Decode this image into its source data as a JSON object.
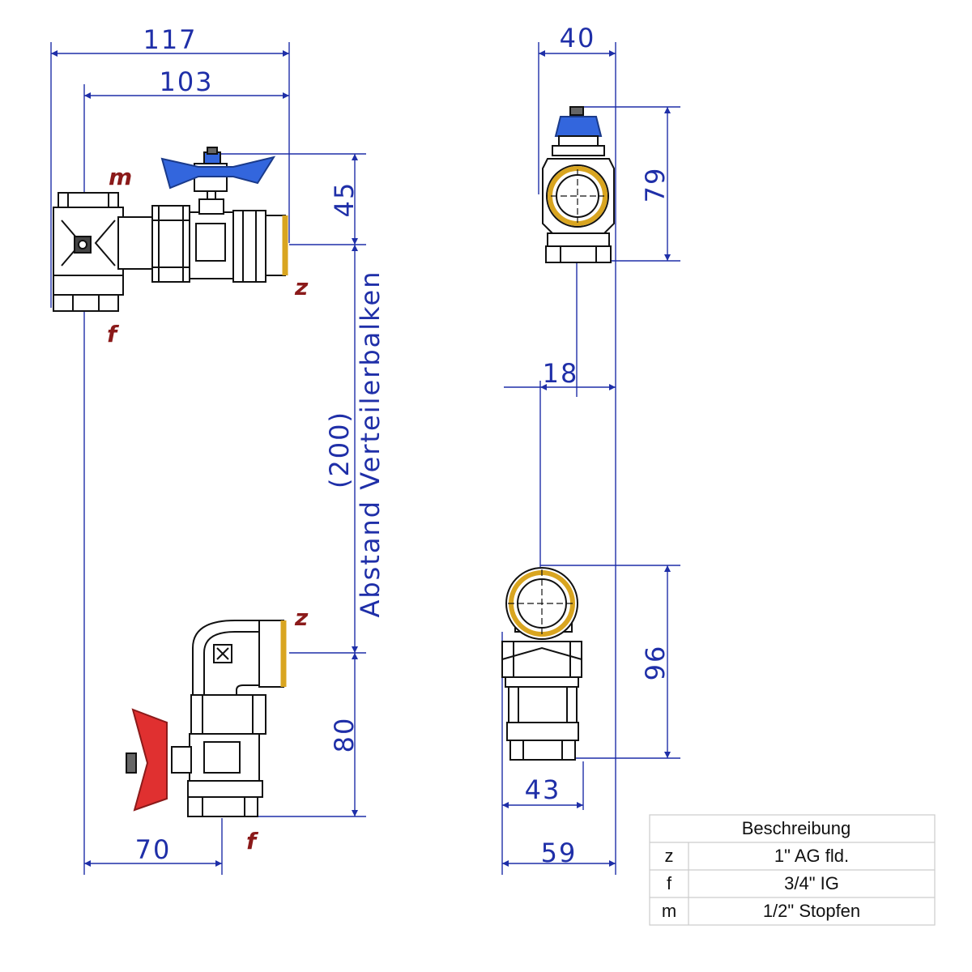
{
  "dimensions": {
    "overall_width": "117",
    "width_to_stub": "103",
    "handle_height": "45",
    "distance_label": "(200)",
    "distance_caption": "Abstand Verteilerbalken",
    "return_height": "80",
    "return_offset": "70",
    "side_width_top": "40",
    "side_height_top": "79",
    "side_offset": "18",
    "side_height_bottom": "96",
    "side_width_inner": "43",
    "side_width_bottom": "59"
  },
  "port_labels": {
    "m": "m",
    "f_top": "f",
    "z_top": "z",
    "z_bottom": "z",
    "f_bottom": "f"
  },
  "legend": {
    "header": "Beschreibung",
    "rows": [
      {
        "code": "z",
        "desc": "1\" AG fld."
      },
      {
        "code": "f",
        "desc": "3/4\" IG"
      },
      {
        "code": "m",
        "desc": "1/2\" Stopfen"
      }
    ]
  },
  "colors": {
    "dimension": "#1f2fa8",
    "port_label": "#8b1a1a",
    "handle_supply": "#3366dd",
    "handle_return": "#e03030",
    "seal": "#d9a520",
    "outline": "#111111"
  }
}
